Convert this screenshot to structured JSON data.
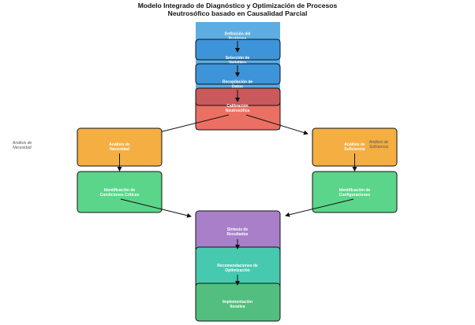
{
  "title_line1": "Modelo Integrado de Diagnóstico y Optimización de Procesos",
  "title_line2": "Neutrosófico basado en Causalidad Parcial",
  "nodes": {
    "definicion": {
      "line1": "Definición del",
      "line2": "Problema"
    },
    "seleccion": {
      "line1": "Selección de",
      "line2": "Variables"
    },
    "recopilacion": {
      "line1": "Recopilación de",
      "line2": "Datos"
    },
    "calibracion": {
      "line1": "Calibración",
      "line2": "Neutrosófica"
    },
    "analisis_necesidad": {
      "line1": "Análisis de",
      "line2": "Necesidad"
    },
    "analisis_suficiencia": {
      "line1": "Análisis de",
      "line2": "Suficiencia"
    },
    "identificacion_condiciones": {
      "line1": "Identificación de",
      "line2": "Condiciones Críticas"
    },
    "identificacion_configuraciones": {
      "line1": "Identificación de",
      "line2": "Configuraciones"
    },
    "sintesis": {
      "line1": "Síntesis de",
      "line2": "Resultados"
    },
    "recomendaciones": {
      "line1": "Recomendaciones de",
      "line2": "Optimización"
    },
    "implementacion": {
      "line1": "Implementación",
      "line2": "Iterativa"
    }
  },
  "side_labels": {
    "left": {
      "line1": "Análisis de",
      "line2": "Necesidad"
    },
    "right": {
      "line1": "Análisis de",
      "line2": "Suficiencia"
    }
  },
  "colors": {
    "blue_fill": "#5dade2",
    "blue_box": "#3d94d9",
    "red_box": "#ec6f63",
    "red_overlay": "#c9595b",
    "orange": "#f4ae42",
    "green": "#5bd58a",
    "purple": "#a97fc9",
    "teal": "#47c9b0",
    "green_dark": "#52bf7e"
  }
}
